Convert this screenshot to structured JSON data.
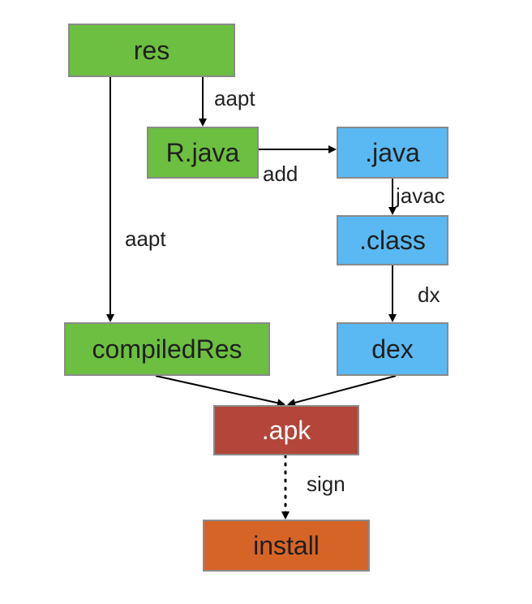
{
  "nodes": {
    "res": "res",
    "r_java": "R.java",
    "java": ".java",
    "class": ".class",
    "compiled_res": "compiledRes",
    "dex": "dex",
    "apk": ".apk",
    "install": "install"
  },
  "edges": {
    "res_to_rjava": "aapt",
    "rjava_to_java": "add",
    "java_to_class": "javac",
    "res_to_compiledres": "aapt",
    "class_to_dex": "dx",
    "apk_to_install": "sign"
  },
  "colors": {
    "green": "#6cbf40",
    "blue": "#5ab9f2",
    "red": "#b3453a",
    "orange": "#d76427"
  }
}
